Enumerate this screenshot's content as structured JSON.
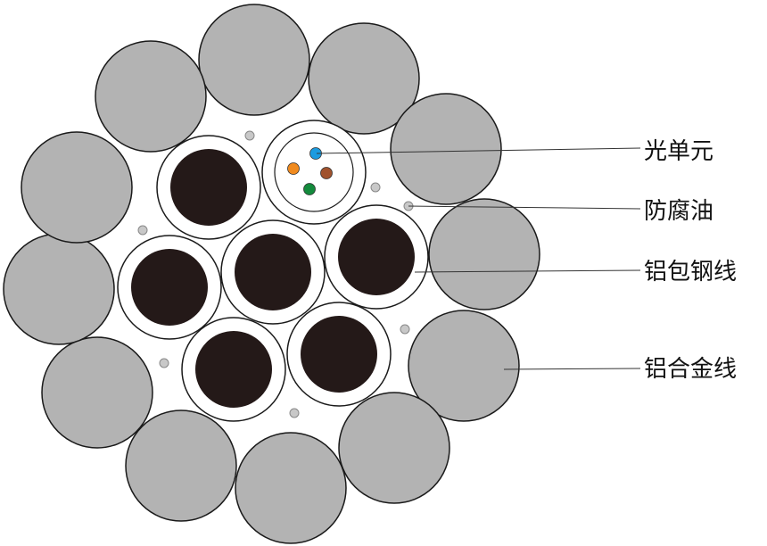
{
  "labels": {
    "optical_unit": "光单元",
    "anticorrosion_oil": "防腐油",
    "aluminum_clad_steel": "铝包钢线",
    "aluminum_alloy": "铝合金线"
  },
  "colors": {
    "outer_strand_fill": "#b3b3b3",
    "steel_core": "#241918",
    "cladding": "#ffffff",
    "oil_dot": "#c8c8c8",
    "outline": "#1a1a1a",
    "leader_line": "#333333",
    "fiber_blue": "#1b9be0",
    "fiber_orange": "#f08a1e",
    "fiber_brown": "#a0522d",
    "fiber_green": "#138a3c"
  }
}
